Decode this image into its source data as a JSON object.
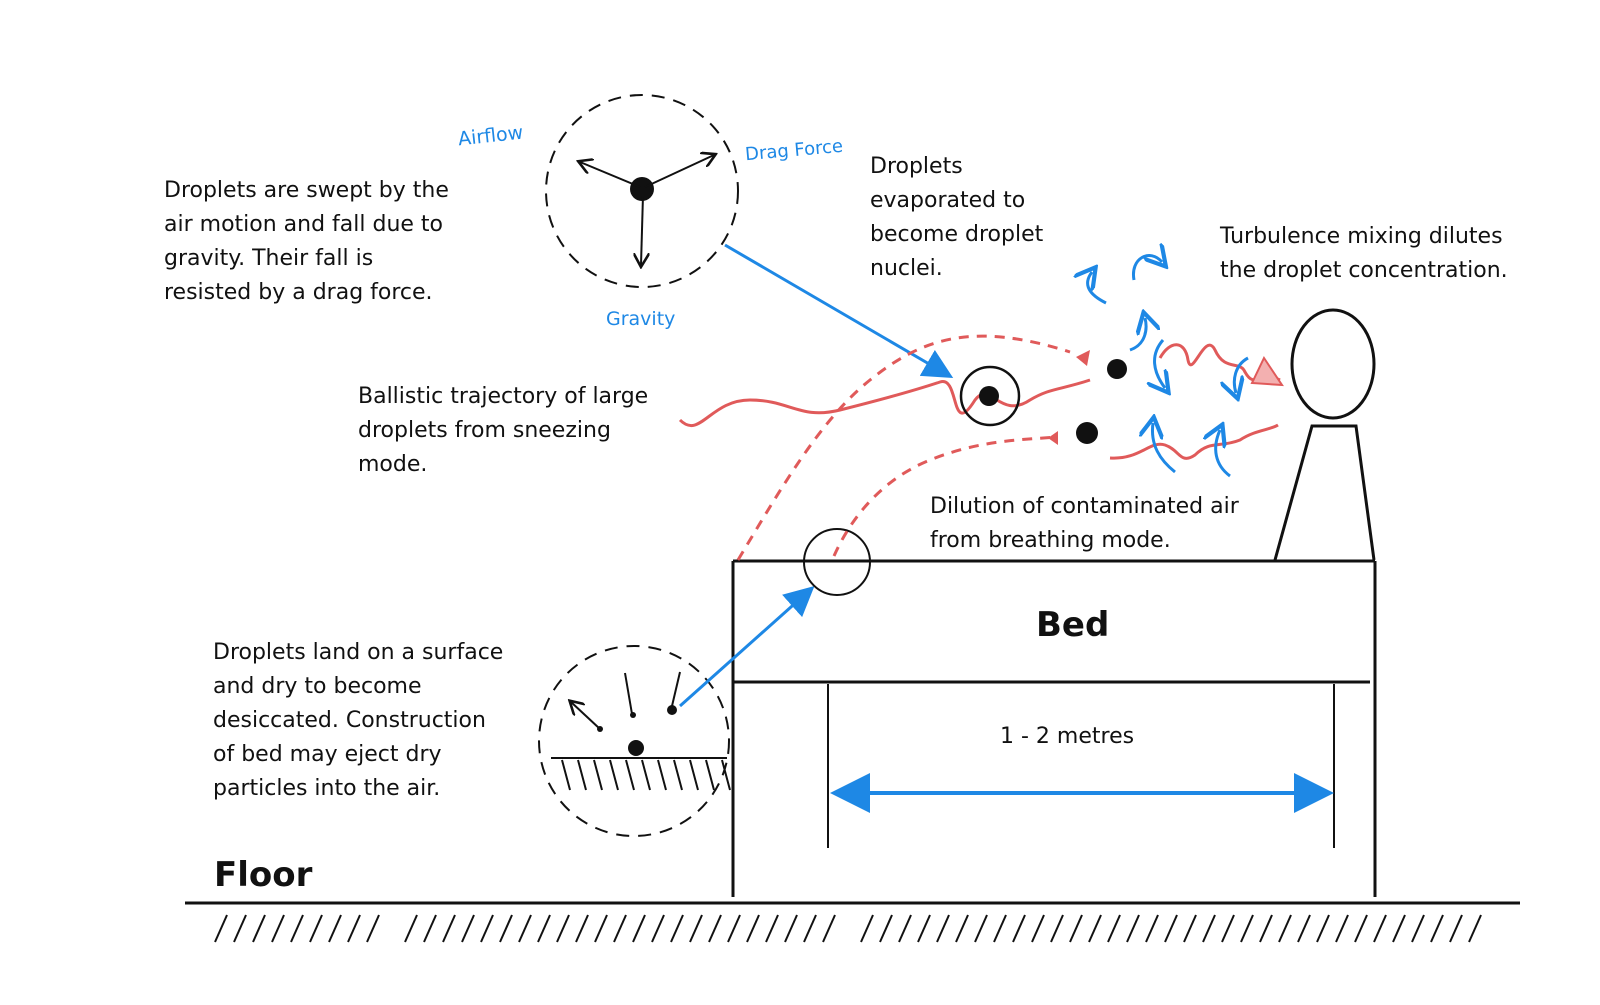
{
  "labels": {
    "airflow": "Airflow",
    "drag_force": "Drag Force",
    "gravity": "Gravity",
    "floor": "Floor",
    "bed": "Bed",
    "span": "1 - 2 metres"
  },
  "notes": {
    "swept": "Droplets are swept by the\nair motion and fall due to\ngravity. Their fall is\nresisted by a drag force.",
    "evaporated": "Droplets\nevaporated to\nbecome droplet\nnuclei.",
    "turbulence": "Turbulence mixing dilutes\nthe droplet concentration.",
    "ballistic": "Ballistic trajectory of large\ndroplets from sneezing\nmode.",
    "dilution": "Dilution of contaminated air\nfrom breathing mode.",
    "land": "Droplets land on a surface\nand dry to become\ndesiccated. Construction\nof bed may eject dry\nparticles into the air."
  },
  "colors": {
    "ink": "#111111",
    "blue": "#1e88e5",
    "red": "#e05a5a"
  }
}
